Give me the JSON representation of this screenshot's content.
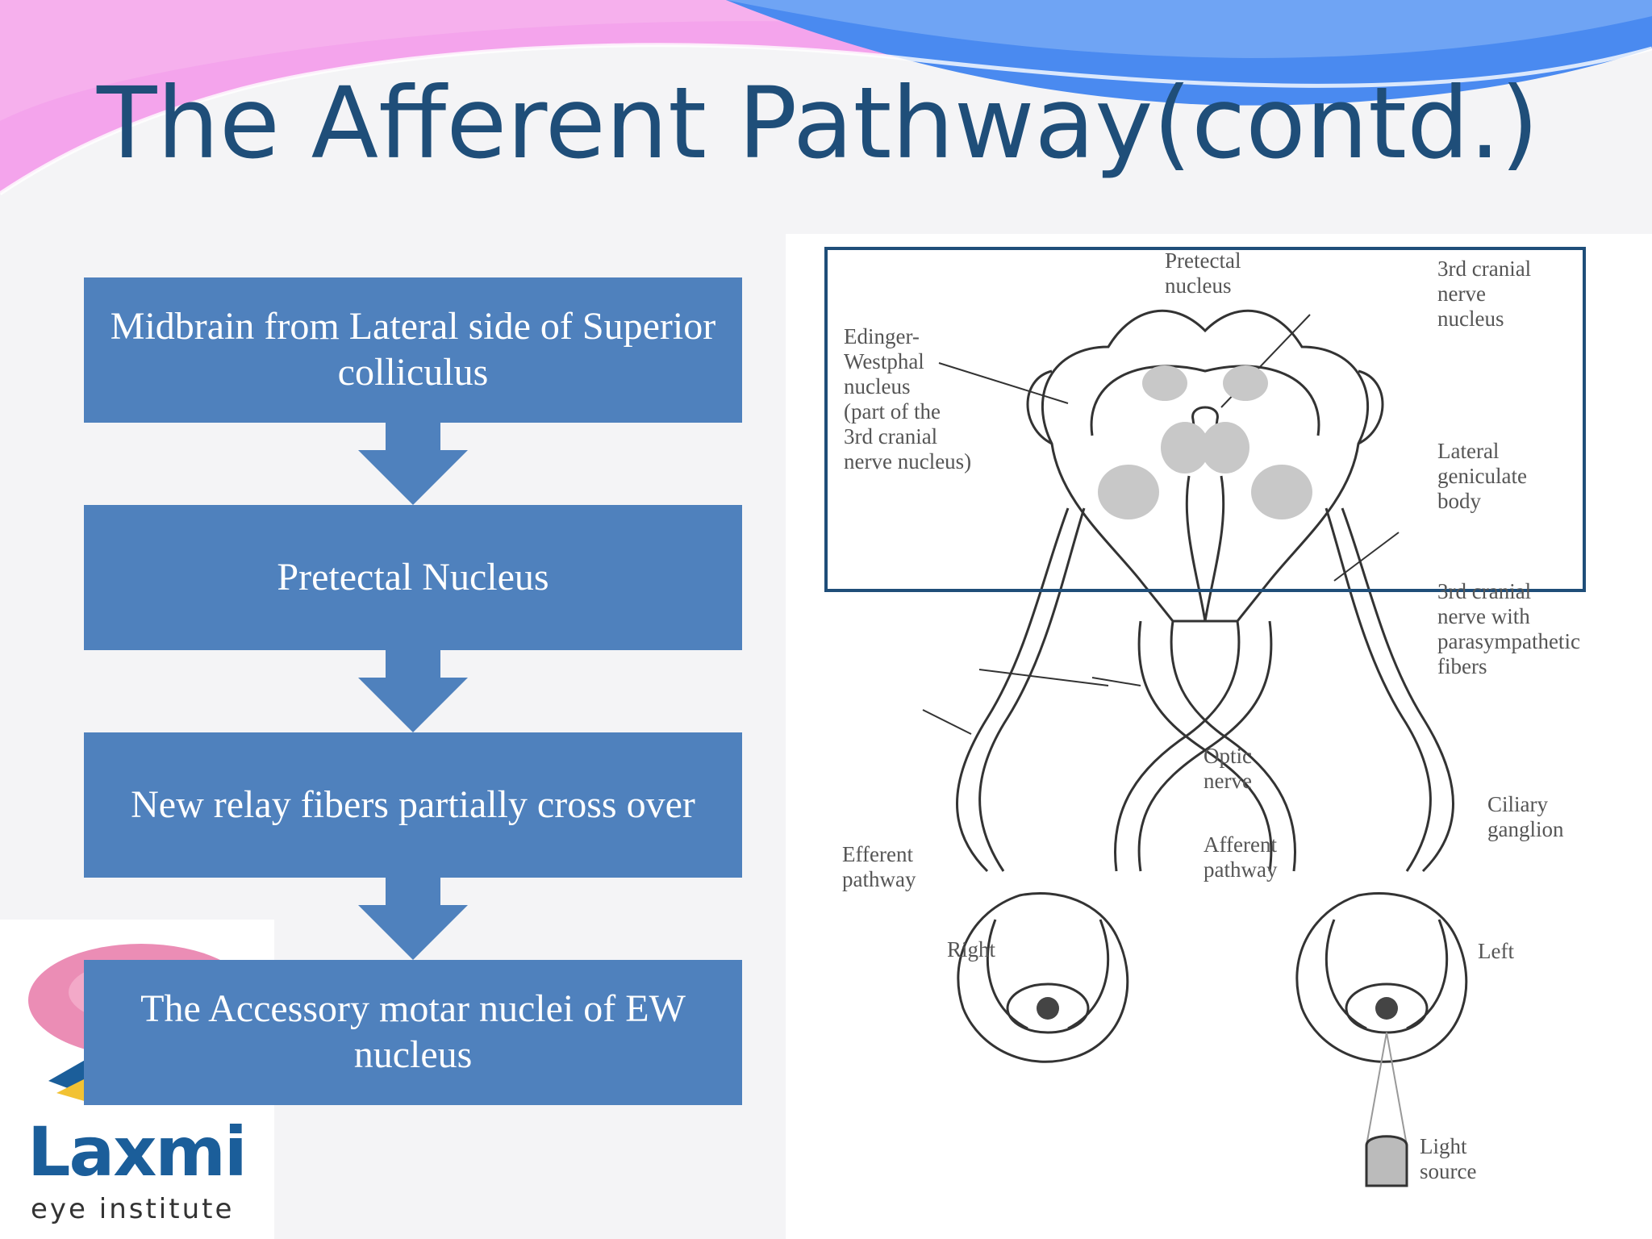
{
  "slide": {
    "title": "The Afferent Pathway(contd.)"
  },
  "flowchart": {
    "steps": [
      "Midbrain from Lateral side of Superior colliculus",
      "Pretectal Nucleus",
      "New relay fibers partially cross over",
      "The Accessory motar nuclei of EW nucleus"
    ]
  },
  "diagram": {
    "labels": {
      "pretectal_nucleus": "Pretectal\nnucleus",
      "third_cranial_nerve_nucleus": "3rd cranial\nnerve\nnucleus",
      "edinger_westphal": "Edinger-\nWestphal\nnucleus\n(part of the\n3rd cranial\nnerve nucleus)",
      "lateral_geniculate_body": "Lateral\ngeniculate\nbody",
      "third_nerve_parasympathetic": "3rd cranial\nnerve with\nparasympathetic\nfibers",
      "optic_nerve": "Optic\nnerve",
      "ciliary_ganglion": "Ciliary\nganglion",
      "efferent_pathway": "Efferent\npathway",
      "afferent_pathway": "Afferent\npathway",
      "right": "Right",
      "left": "Left",
      "light_source": "Light\nsource"
    }
  },
  "logo": {
    "name": "Laxmi",
    "tagline": "eye institute"
  },
  "colors": {
    "title": "#1f4e79",
    "box_fill": "#4f81bd",
    "box_text": "#ffffff",
    "banner_pink": "#f4a4ec",
    "banner_blue": "#4a8af0",
    "highlight_frame": "#1f4e79"
  }
}
